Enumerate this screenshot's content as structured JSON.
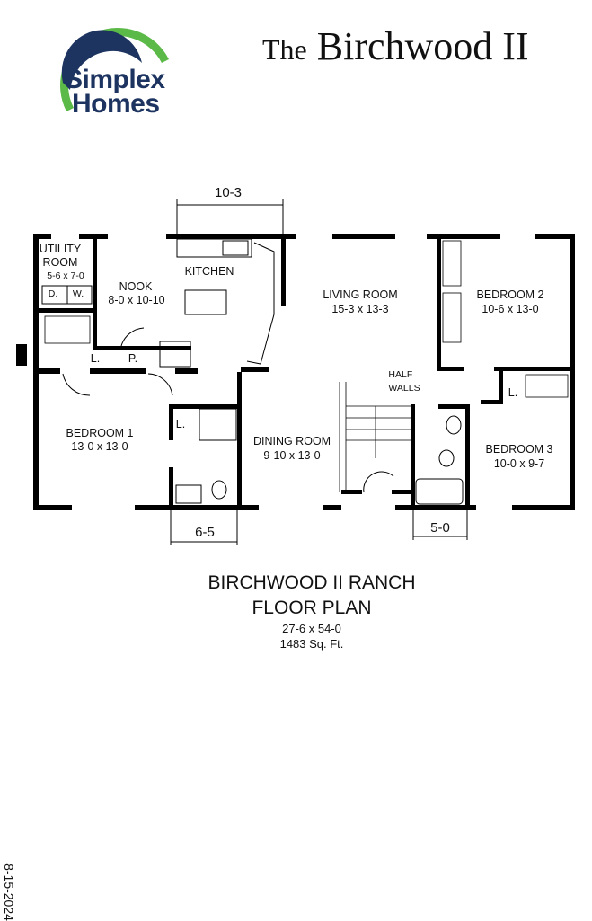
{
  "brand": {
    "line1": "Simplex",
    "line2": "Homes",
    "colors": {
      "green": "#5bb947",
      "navy": "#1d3461"
    }
  },
  "title": {
    "prefix": "The",
    "name": "Birchwood II"
  },
  "dimensions": {
    "top": "10-3",
    "bottom_left": "6-5",
    "bottom_right": "5-0"
  },
  "rooms": {
    "utility": {
      "name1": "UTILITY",
      "name2": "ROOM",
      "size": "5-6 x 7-0",
      "dryer": "D.",
      "washer": "W."
    },
    "nook": {
      "name": "NOOK",
      "size": "8-0 x 10-10"
    },
    "kitchen": {
      "name": "KITCHEN"
    },
    "living": {
      "name": "LIVING ROOM",
      "size": "15-3 x 13-3"
    },
    "bedroom2": {
      "name": "BEDROOM 2",
      "size": "10-6 x 13-0"
    },
    "bedroom1": {
      "name": "BEDROOM 1",
      "size": "13-0 x 13-0"
    },
    "dining": {
      "name": "DINING ROOM",
      "size": "9-10 x 13-0"
    },
    "bedroom3": {
      "name": "BEDROOM 3",
      "size": "10-0 x 9-7"
    },
    "half_walls": {
      "line1": "HALF",
      "line2": "WALLS"
    },
    "linen": "L.",
    "pantry": "P."
  },
  "caption": {
    "line1": "BIRCHWOOD II  RANCH",
    "line2": "FLOOR PLAN",
    "dims": "27-6 x 54-0",
    "area": "1483 Sq. Ft."
  },
  "date": "8-15-2024"
}
